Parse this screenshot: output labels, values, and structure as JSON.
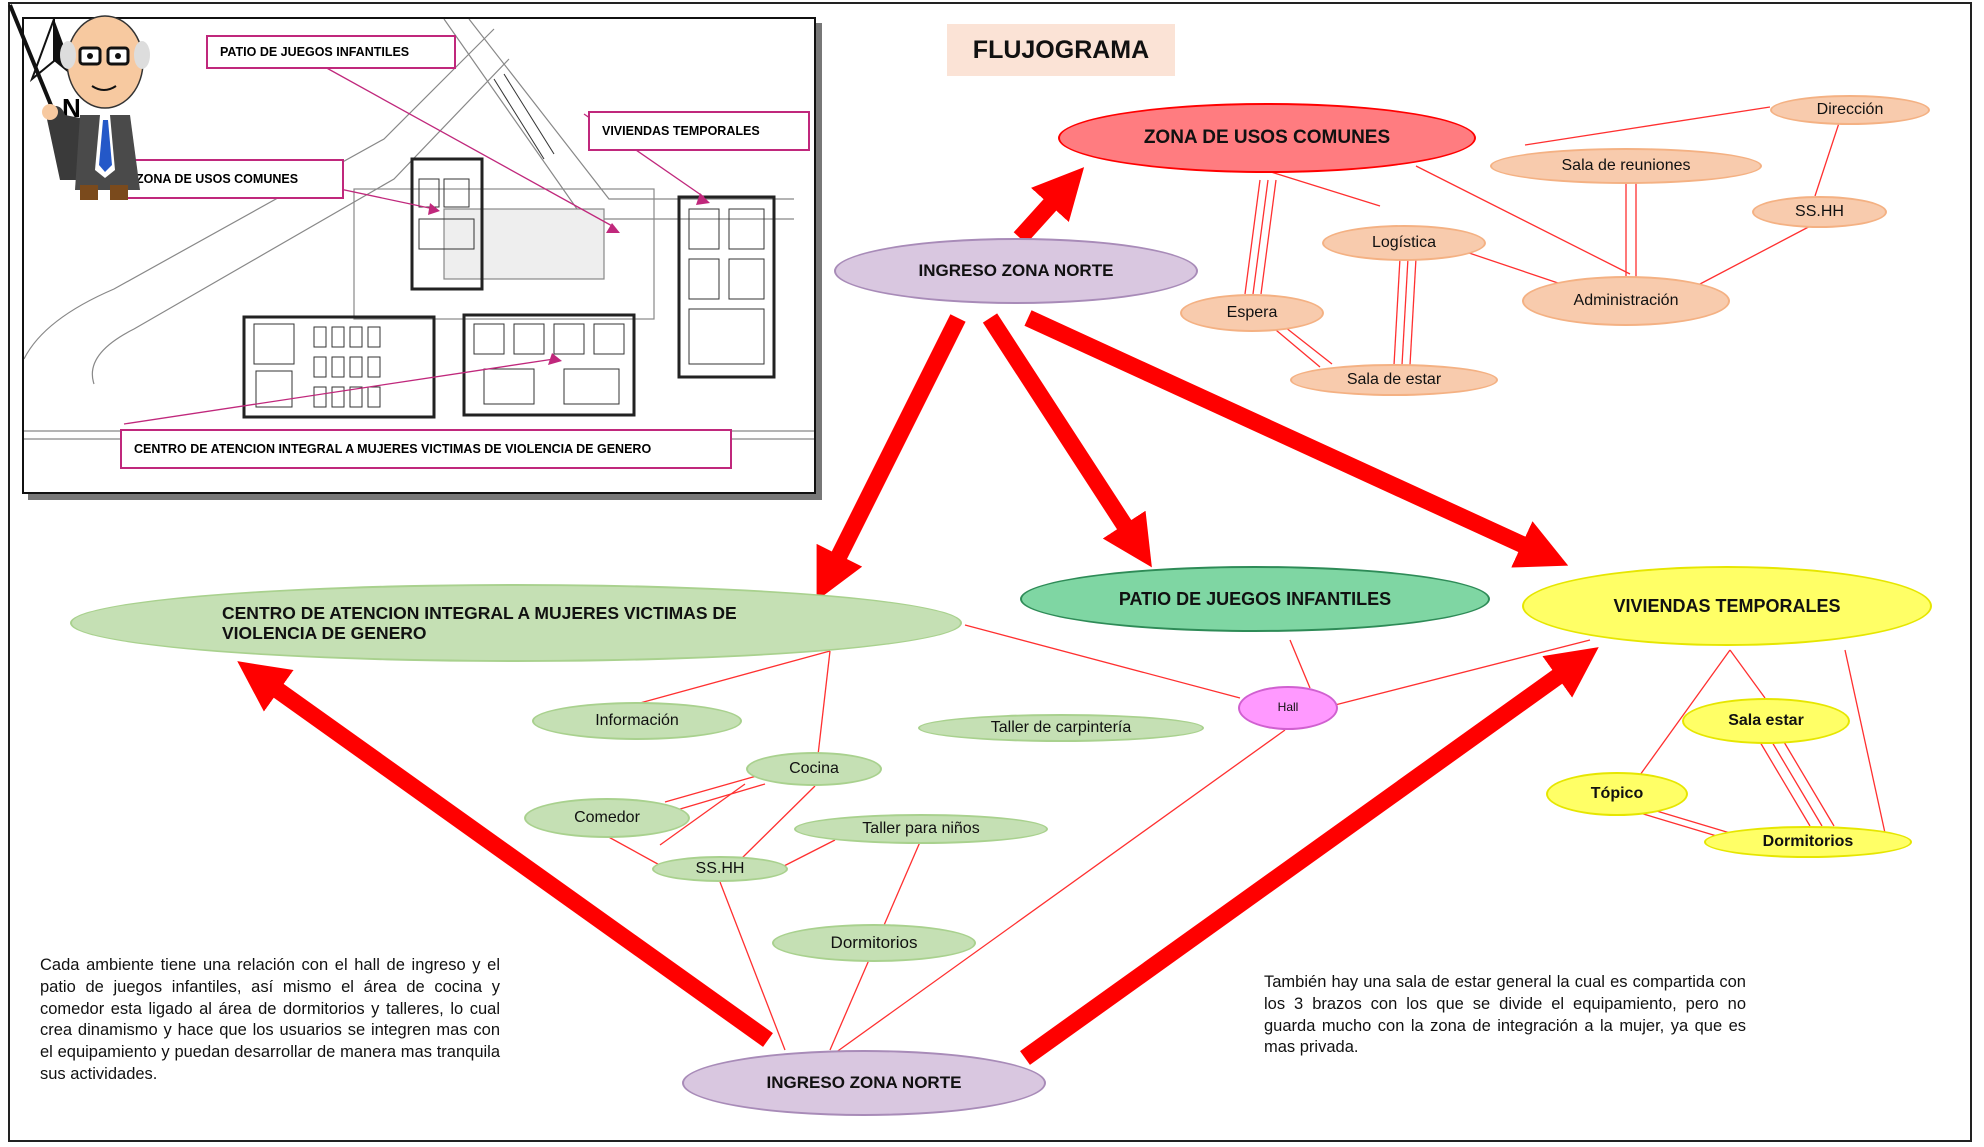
{
  "title": "FLUJOGRAMA",
  "colors": {
    "arrow": "#ff0000",
    "link": "#ff3030",
    "orange_fill": "#f8cbad",
    "orange_edge": "#f4b183",
    "red_fill": "#ff7c80",
    "red_edge": "#ff0000",
    "purple_fill": "#d9c7e0",
    "purple_edge": "#a88bb8",
    "green_fill": "#c5e0b4",
    "green_edge": "#a9d18e",
    "teal_fill": "#7fd6a3",
    "teal_edge": "#2e8b57",
    "yellow_fill": "#ffff66",
    "yellow_edge": "#e6e600",
    "pink_fill": "#ff99ff",
    "pink_edge": "#d060d0",
    "plan_label_border": "#c0287c"
  },
  "nodes": {
    "zona_usos": "ZONA DE USOS COMUNES",
    "ingreso_top": "INGRESO ZONA NORTE",
    "ingreso_bottom": "INGRESO ZONA NORTE",
    "centro": "CENTRO DE ATENCION INTEGRAL A MUJERES VICTIMAS DE VIOLENCIA DE GENERO",
    "patio": "PATIO DE JUEGOS INFANTILES",
    "viviendas": "VIVIENDAS TEMPORALES",
    "direccion": "Dirección",
    "sala_reuniones": "Sala de reuniones",
    "sshh_top": "SS.HH",
    "logistica": "Logística",
    "administracion": "Administración",
    "espera": "Espera",
    "sala_de_estar": "Sala de estar",
    "informacion": "Información",
    "taller_carpinteria": "Taller de carpintería",
    "hall": "Hall",
    "cocina": "Cocina",
    "comedor": "Comedor",
    "taller_ninos": "Taller para niños",
    "sshh_mid": "SS.HH",
    "dormitorios_green": "Dormitorios",
    "sala_estar_y": "Sala estar",
    "topico": "Tópico",
    "dormitorios_y": "Dormitorios"
  },
  "texts": {
    "left_para": "Cada ambiente tiene una relación con el hall de ingreso y el patio de juegos infantiles, así mismo el área de cocina y comedor esta ligado al área de dormitorios y talleres, lo cual crea dinamismo y hace que los usuarios se integren mas con el equipamiento y puedan desarrollar de manera mas tranquila sus actividades.",
    "right_para": "También hay una sala de estar general la cual es compartida con los 3 brazos con los que se divide el equipamiento, pero no guarda mucho con la zona de integración a la mujer, ya que es mas privada."
  },
  "plan": {
    "north": "N",
    "labels": {
      "patio": "PATIO DE JUEGOS INFANTILES",
      "viviendas": "VIVIENDAS TEMPORALES",
      "zona": "ZONA DE USOS COMUNES",
      "centro": "CENTRO DE ATENCION  INTEGRAL  A MUJERES VICTIMAS DE VIOLENCIA DE GENERO"
    }
  }
}
